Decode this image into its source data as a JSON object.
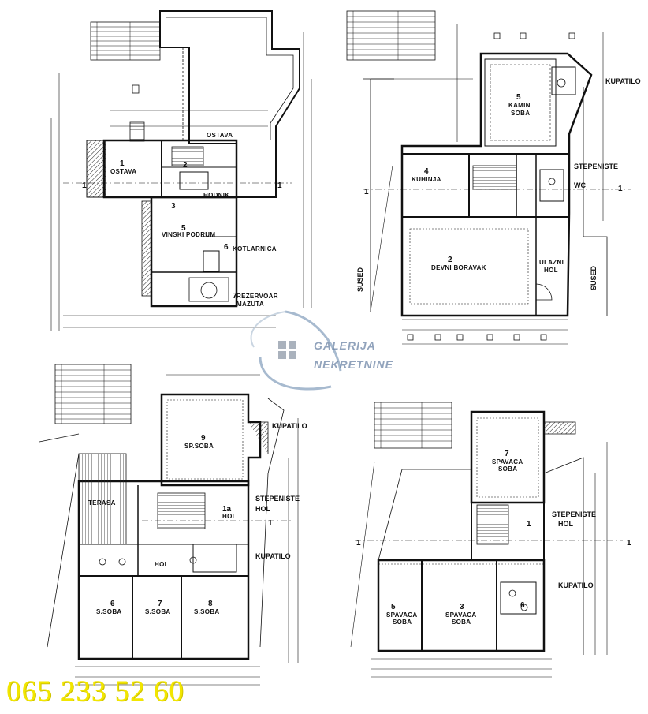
{
  "plans": {
    "basement": {
      "rooms": {
        "ostava_top": "OSTAVA",
        "ostava": "OSTAVA",
        "hodnik": "HODNIK",
        "vinski_podrum": "VINSKI PODRUM",
        "kotlarnica": "KOTLARNICA",
        "rezervoar": "REZERVOAR",
        "mazuta": "MAZUTA"
      },
      "numbers": {
        "n1": "1",
        "n2": "2",
        "n3": "3",
        "n5": "5",
        "n6": "6",
        "n7": "7"
      },
      "section_left": "1",
      "section_right": "1"
    },
    "ground": {
      "rooms": {
        "kamin": "KAMIN",
        "soba": "SOBA",
        "kuhinja": "KUHINJA",
        "dnevni": "DEVNI BORAVAK",
        "ulazni": "ULAZNI",
        "hol": "HOL",
        "wc": "WC"
      },
      "numbers": {
        "n2": "2",
        "n4": "4",
        "n5": "5"
      },
      "side_labels": {
        "kupatilo": "KUPATILO",
        "stepeniste": "STEPENISTE",
        "sused_left": "SUSED",
        "sused_right": "SUSED"
      },
      "section_left": "1",
      "section_right": "1"
    },
    "first_floor": {
      "rooms": {
        "sp_soba": "SP.SOBA",
        "terasa": "TERASA",
        "hol_small": "HOL",
        "hol": "HOL",
        "s_soba_6": "S.SOBA",
        "s_soba_7": "S.SOBA",
        "s_soba_8": "S.SOBA"
      },
      "numbers": {
        "n9": "9",
        "n1a": "1a",
        "n6": "6",
        "n7": "7",
        "n8": "8"
      },
      "side_labels": {
        "kupatilo_top": "KUPATILO",
        "stepeniste": "STEPENISTE",
        "hol": "HOL",
        "kupatilo_bottom": "KUPATILO"
      },
      "section_right": "1"
    },
    "attic": {
      "rooms": {
        "spavaca_top": "SPAVACA",
        "soba_top": "SOBA",
        "spavaca_left": "SPAVACA",
        "soba_left": "SOBA",
        "spavaca_mid": "SPAVACA",
        "soba_mid": "SOBA"
      },
      "numbers": {
        "n7": "7",
        "n5": "5",
        "n3": "3",
        "n6": "6",
        "n1": "1"
      },
      "side_labels": {
        "stepeniste": "STEPENISTE",
        "hol": "HOL",
        "kupatilo": "KUPATILO"
      },
      "section_left": "1",
      "section_right": "1"
    }
  },
  "watermark": {
    "line1": "GALERIJA",
    "line2": "NEKRETNINE",
    "color": "#6d85a6"
  },
  "phone": {
    "number": "065 233 52 60",
    "color": "#f2e600"
  }
}
